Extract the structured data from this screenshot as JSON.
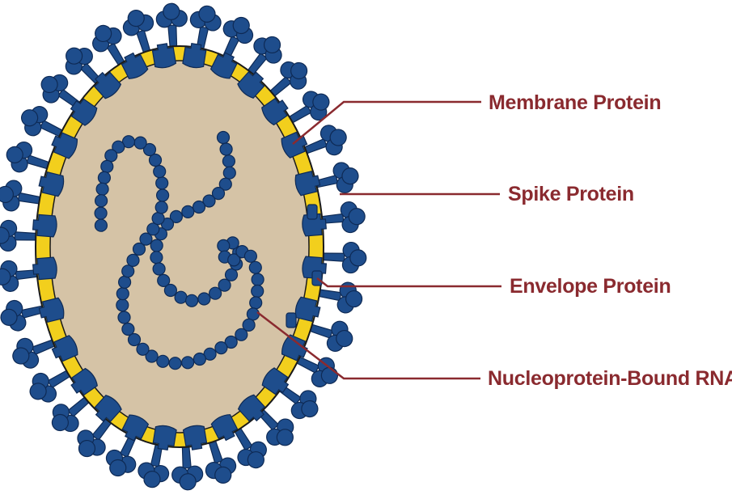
{
  "colors": {
    "label_text": "#8a2a2f",
    "leader_line": "#8a2a2f",
    "protein_fill": "#1e4d8c",
    "protein_stroke": "#0e2a55",
    "envelope_fill": "#f2cf1d",
    "interior_fill": "#d5c3a6",
    "outline": "#1a1a1a"
  },
  "labels": {
    "membrane_protein": "Membrane Protein",
    "spike_protein": "Spike Protein",
    "envelope_protein": "Envelope Protein",
    "nucleoprotein_rna": "Nucleoprotein-Bound RNA"
  }
}
